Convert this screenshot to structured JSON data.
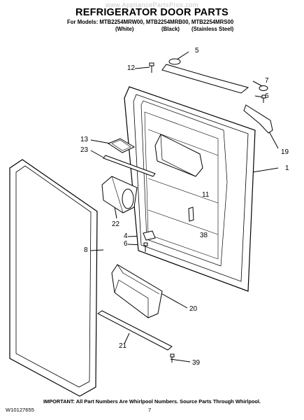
{
  "watermark": "www.AppliancePartsPros.com",
  "title": "REFRIGERATOR DOOR PARTS",
  "subtitle": "For Models: MTB2254MRW00, MTB2254MRB00, MTB2254MRS00",
  "variants": [
    "(White)",
    "(Black)",
    "(Stainless Steel)"
  ],
  "callouts": [
    {
      "id": "12",
      "label": "12"
    },
    {
      "id": "5",
      "label": "5"
    },
    {
      "id": "7",
      "label": "7"
    },
    {
      "id": "6a",
      "label": "6"
    },
    {
      "id": "13",
      "label": "13"
    },
    {
      "id": "23",
      "label": "23"
    },
    {
      "id": "1",
      "label": "1"
    },
    {
      "id": "19",
      "label": "19"
    },
    {
      "id": "11",
      "label": "11"
    },
    {
      "id": "22",
      "label": "22"
    },
    {
      "id": "38",
      "label": "38"
    },
    {
      "id": "4",
      "label": "4"
    },
    {
      "id": "6b",
      "label": "6"
    },
    {
      "id": "8",
      "label": "8"
    },
    {
      "id": "20",
      "label": "20"
    },
    {
      "id": "21",
      "label": "21"
    },
    {
      "id": "39",
      "label": "39"
    }
  ],
  "footer_note": "IMPORTANT: All Part Numbers Are Whirlpool Numbers. Source Parts Through Whirlpool.",
  "doc_number": "W10127655",
  "page_number": "7"
}
